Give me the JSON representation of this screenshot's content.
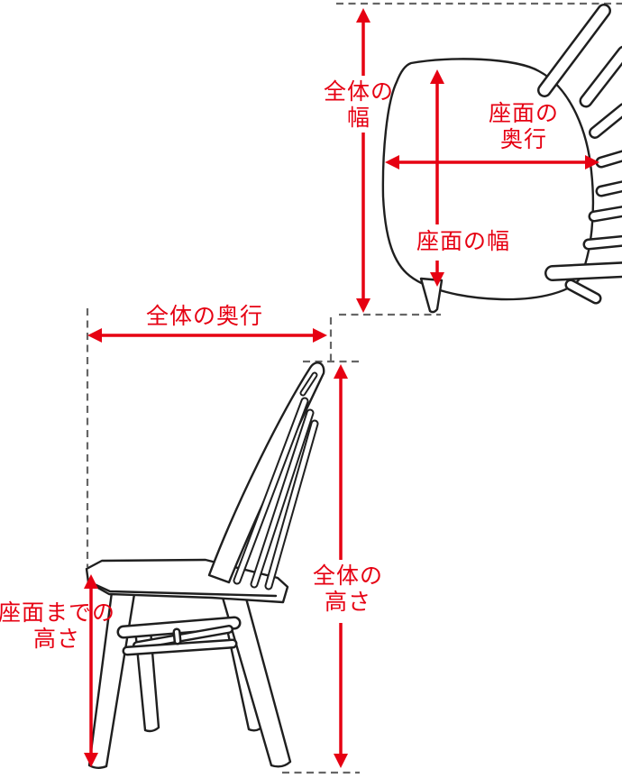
{
  "diagram": {
    "colors": {
      "accent_red": "#e60012",
      "line_black": "#1f1f1f",
      "dash_gray": "#666666",
      "background": "#ffffff"
    },
    "labels": {
      "overall_width": "全体の\n幅",
      "seat_depth": "座面の\n奥行",
      "seat_width": "座面の幅",
      "overall_depth": "全体の奥行",
      "overall_height": "全体の\n高さ",
      "seat_height": "座面までの\n高さ"
    }
  }
}
